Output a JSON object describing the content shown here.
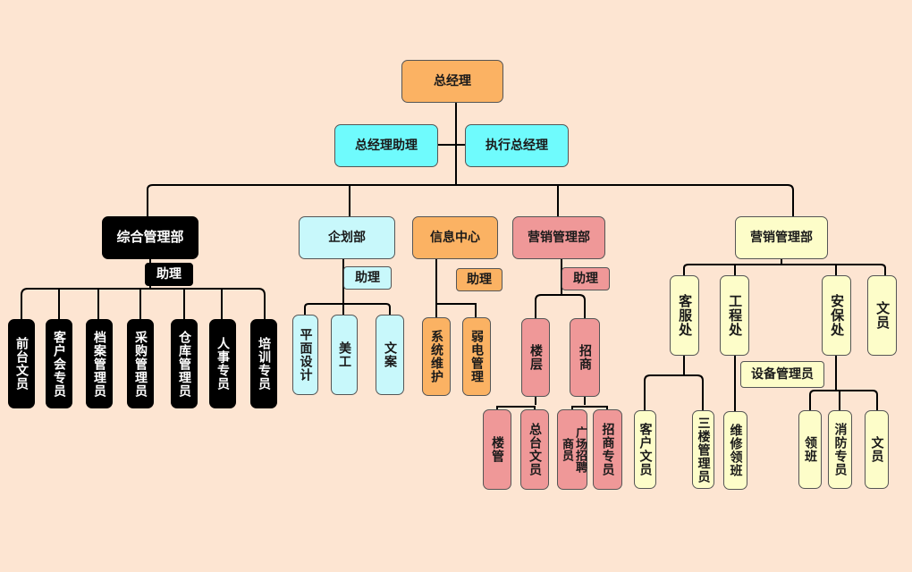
{
  "top": {
    "ceo": "总经理",
    "ceo_assistant": "总经理助理",
    "executive_gm": "执行总经理"
  },
  "departments": {
    "admin": {
      "title": "综合管理部",
      "assistant": "助理",
      "staff": [
        "前台文员",
        "客户会专员",
        "档案管理员",
        "采购管理员",
        "仓库管理员",
        "人事专员",
        "培训专员"
      ]
    },
    "planning": {
      "title": "企划部",
      "assistant": "助理",
      "staff": [
        "平面设计",
        "美工",
        "文案"
      ]
    },
    "info_center": {
      "title": "信息中心",
      "assistant": "助理",
      "staff": [
        "系统维护",
        "弱电管理"
      ]
    },
    "marketing": {
      "title": "营销管理部",
      "assistant": "助理",
      "floor": {
        "title": "楼层",
        "staff": [
          "楼管",
          "总台文员"
        ]
      },
      "leasing": {
        "title": "招商",
        "staff": [
          "广场招聘商员",
          "招商专员"
        ]
      }
    },
    "operations": {
      "title": "营销管理部",
      "customer_service": {
        "title": "客服处",
        "staff": [
          "客户文员",
          "三楼管理员"
        ]
      },
      "engineering": {
        "title": "工程处",
        "equipment_admin": "设备管理员",
        "staff": [
          "维修领班"
        ]
      },
      "security": {
        "title": "安保处",
        "staff": [
          "领班",
          "消防专员",
          "文员"
        ]
      },
      "clerk": "文员"
    }
  },
  "colors": {
    "background": "#fde5d2",
    "orange": "#fbb263",
    "cyan": "#6ffbfd",
    "black": "#000000",
    "light_cyan": "#c8f8fb",
    "pink": "#ef9898",
    "yellow": "#fdfdc9"
  }
}
